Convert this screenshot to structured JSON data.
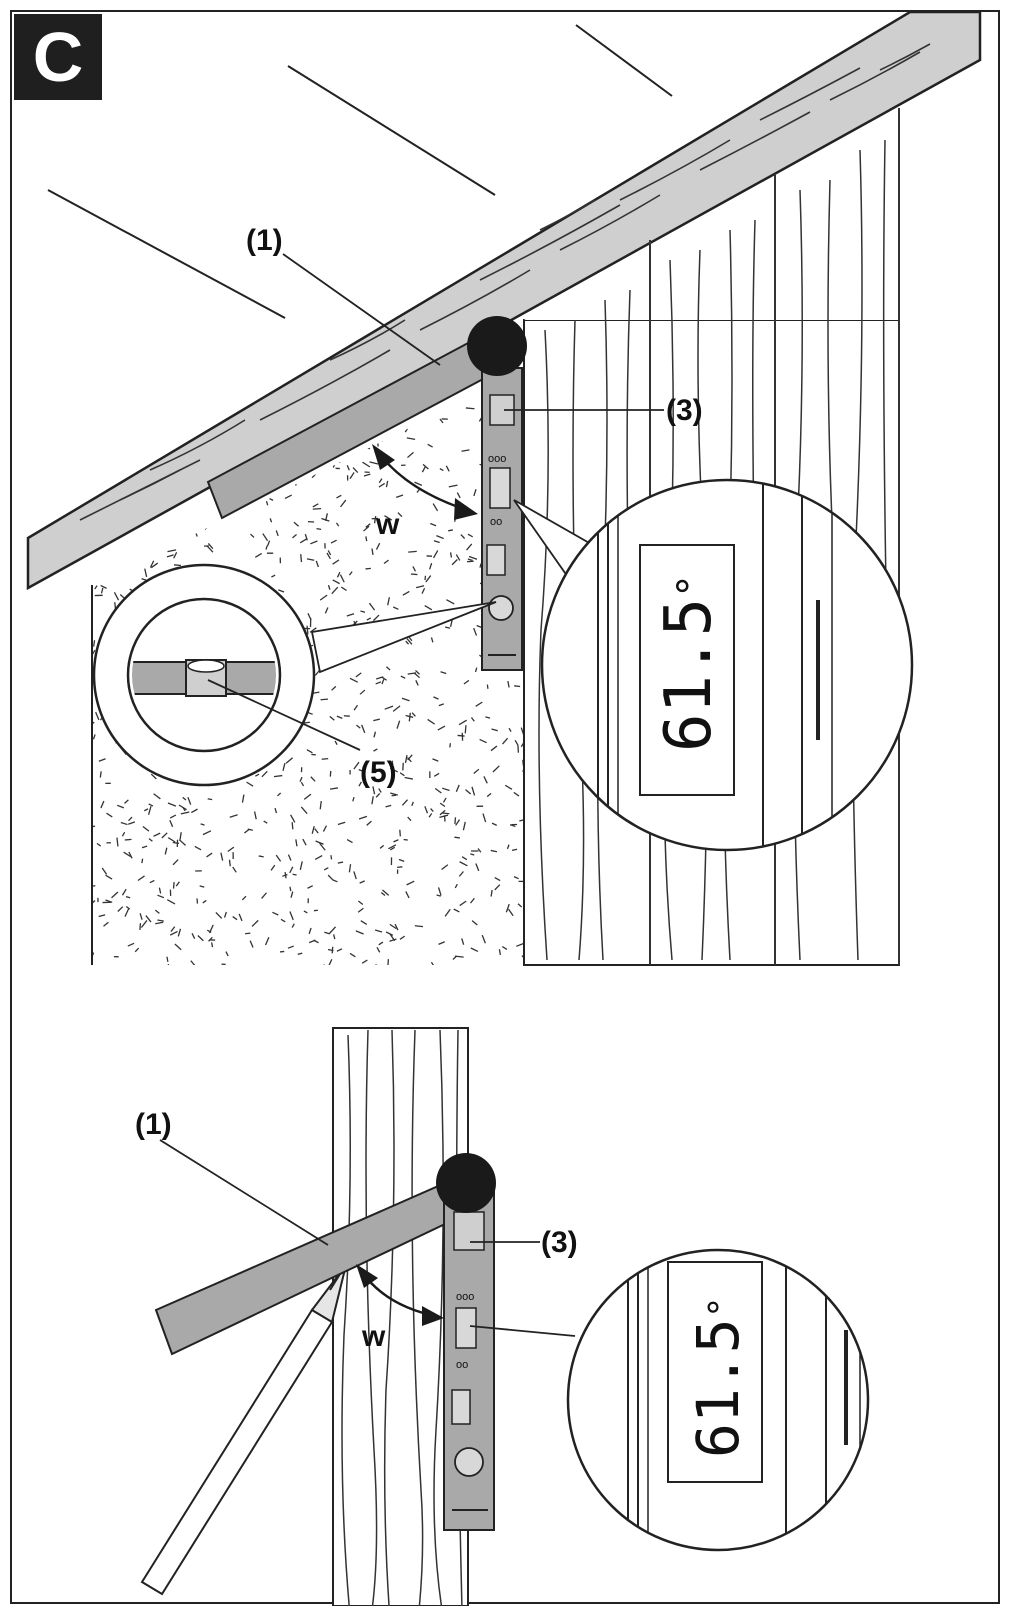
{
  "figure": {
    "badge": "C",
    "top": {
      "label_arm": "(1)",
      "label_body": "(3)",
      "label_level": "(5)",
      "label_angle": "w",
      "display_reading": "61.5",
      "degree_symbol": "°"
    },
    "bottom": {
      "label_arm": "(1)",
      "label_body": "(3)",
      "label_angle": "w",
      "display_reading": "61.5",
      "degree_symbol": "°"
    }
  },
  "colors": {
    "line": "#1a1a1a",
    "wood": "#cfcfcf",
    "arm": "#a9a9a9",
    "black": "#1a1a1a"
  }
}
